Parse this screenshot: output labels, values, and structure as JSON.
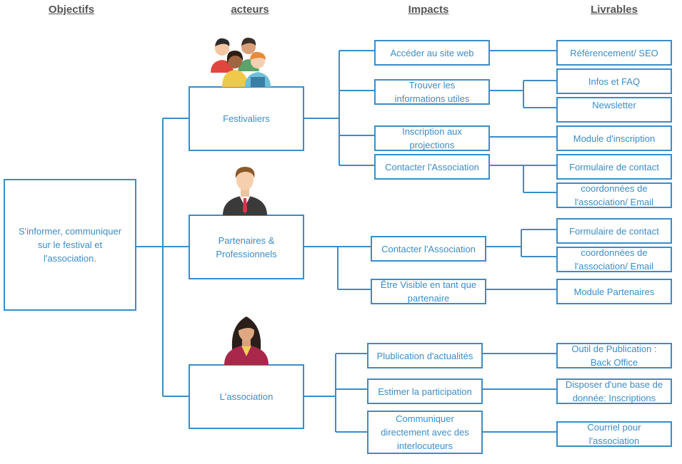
{
  "headers": {
    "objectifs": "Objectifs",
    "acteurs": "acteurs",
    "impacts": "Impacts",
    "livrables": "Livrables"
  },
  "objective": "S'informer, communiquer\nsur le festival et\nl'association.",
  "actors": {
    "festivaliers": "Festivaliers",
    "partenaires": "Partenaires &\nProfessionnels",
    "association": "L'association"
  },
  "impacts": {
    "acceder_site": "Accéder au site web",
    "trouver_infos": "Trouver les\ninformations utiles",
    "inscription_projections": "Inscription aux\nprojections",
    "contacter_assoc_fest": "Contacter l'Association",
    "contacter_assoc_part": "Contacter l'Association",
    "etre_visible": "Être Visible en tant que\npartenaire",
    "publication_actualites": "Plublication d'actualités",
    "estimer_participation": "Estimer la participation",
    "communiquer_interlocuteurs": "Communiquer\ndirectement avec des\ninterlocuteurs"
  },
  "livrables": {
    "referencement": "Référencement/ SEO",
    "infos_faq": "Infos et FAQ",
    "newsletter": "Newsletter",
    "module_inscription": "Module d'inscription",
    "formulaire_contact_1": "Formulaire de contact",
    "coordonnees_1": "coordonnées de\nl'association/ Email",
    "formulaire_contact_2": "Formulaire de contact",
    "coordonnees_2": "coordonnées de\nl'association/ Email",
    "module_partenaires": "Module Partenaires",
    "outil_publication": "Outil de Publication :\nBack Office",
    "base_donnees": "Disposer d'une base de\ndonnée: Inscriptions",
    "courriel": "Courriel pour\nl'association"
  },
  "colors": {
    "accent": "#3a8dc9",
    "header_text": "#555555"
  },
  "icons": {
    "festivaliers": "group-of-people-icon",
    "partenaires": "businessman-icon",
    "association": "businesswoman-icon"
  }
}
